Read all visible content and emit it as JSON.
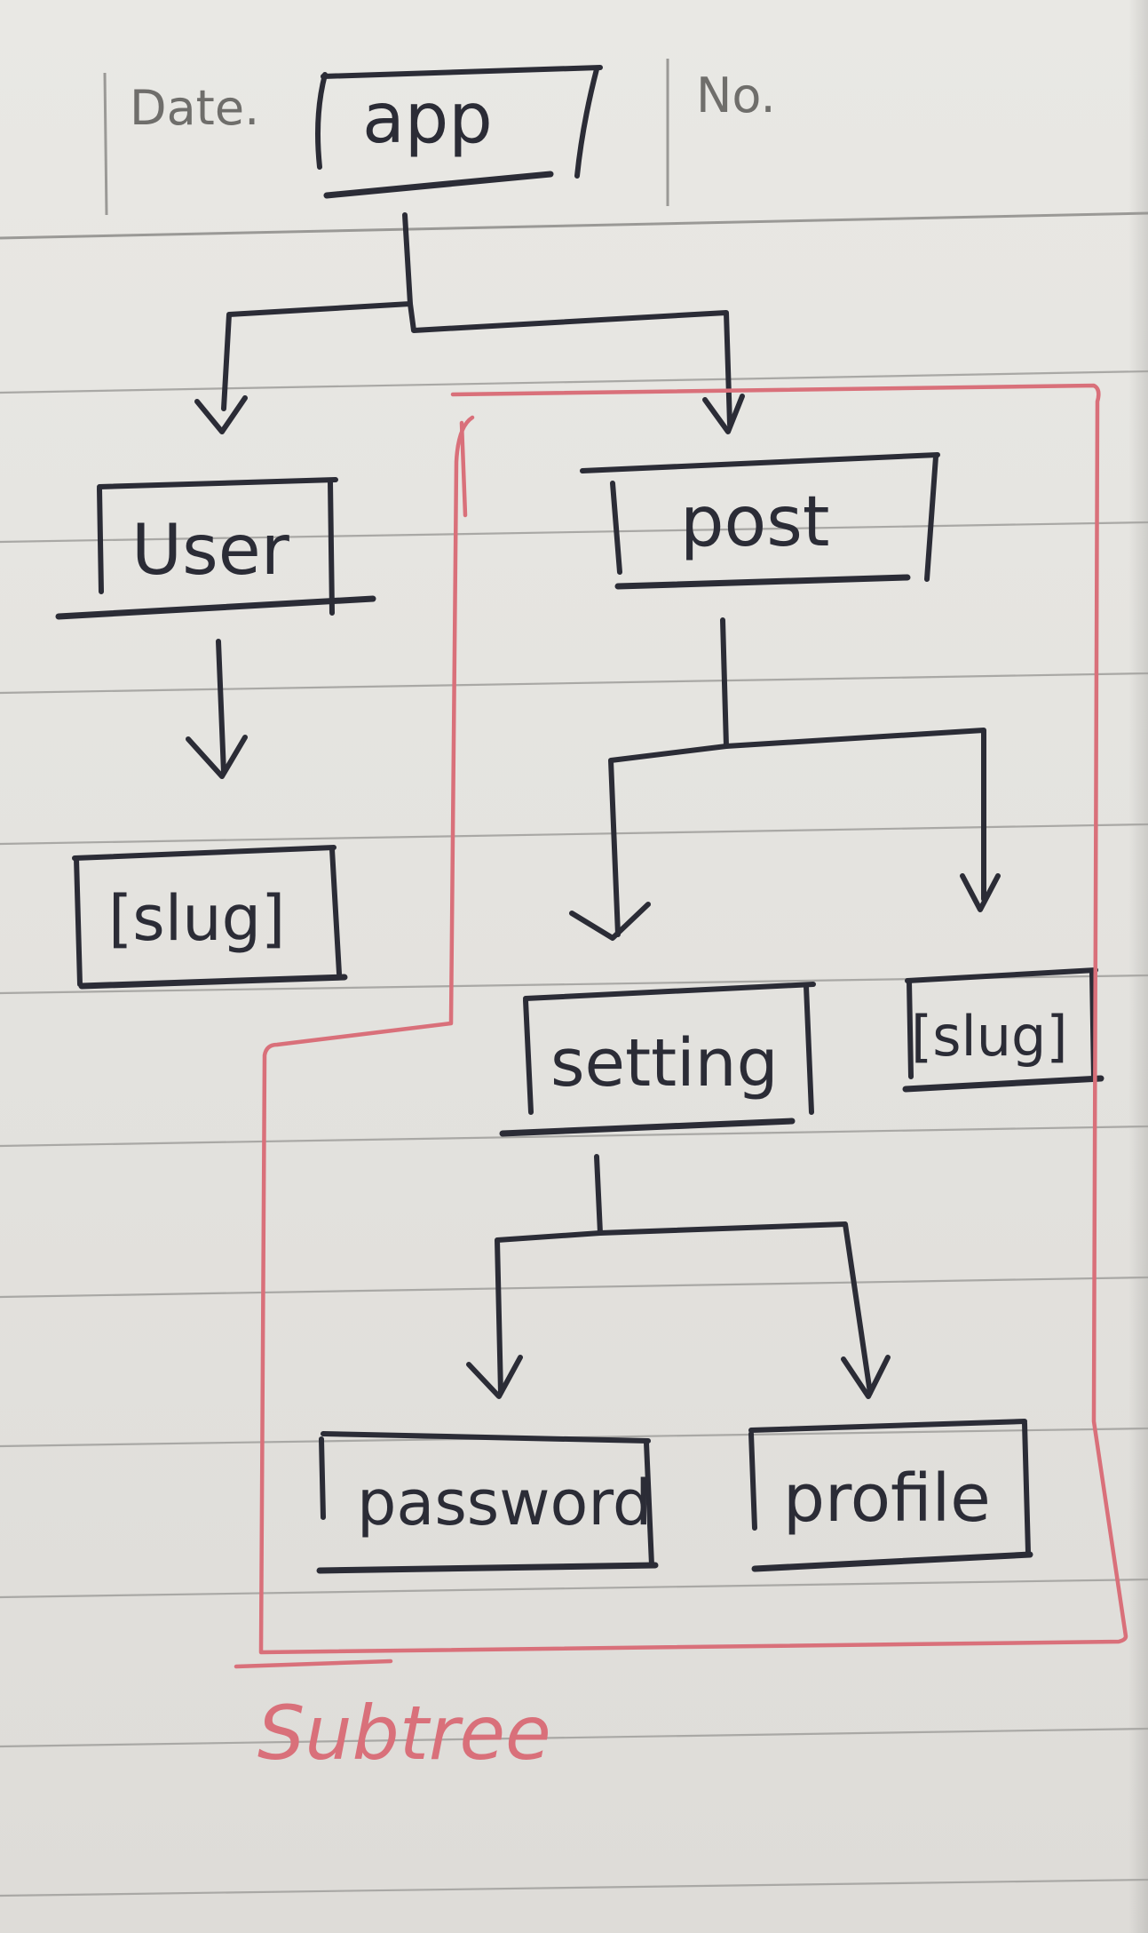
{
  "header": {
    "date_label": "Date.",
    "no_label": "No."
  },
  "nodes": {
    "app": "app",
    "user": "User",
    "user_slug": "[slug]",
    "post": "post",
    "setting": "setting",
    "post_slug": "[slug]",
    "password": "password",
    "profile": "profile"
  },
  "annotation": {
    "subtree_label": "Subtree"
  },
  "colors": {
    "ink": "#2b2c36",
    "highlight": "#d9707a",
    "paper": "#e6e5e1",
    "ruling": "#a9a8a5"
  }
}
